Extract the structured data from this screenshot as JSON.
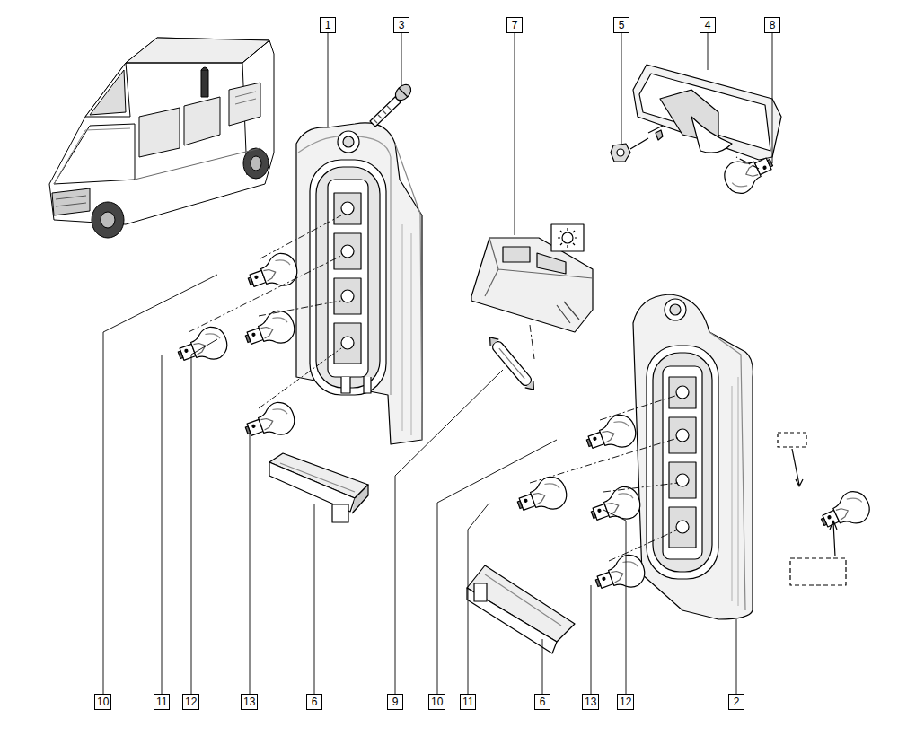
{
  "diagram": {
    "labels": [
      "1",
      "3",
      "7",
      "5",
      "4",
      "8",
      "10",
      "11",
      "12",
      "13",
      "6",
      "9",
      "10",
      "11",
      "6",
      "13",
      "12",
      "2"
    ]
  }
}
